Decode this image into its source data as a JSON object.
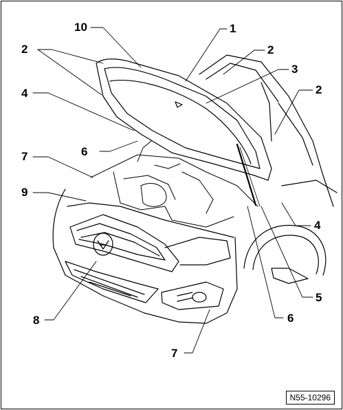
{
  "callouts": {
    "c1": "1",
    "c2a": "2",
    "c2b": "2",
    "c2c": "2",
    "c3": "3",
    "c4a": "4",
    "c4b": "4",
    "c5": "5",
    "c6a": "6",
    "c6b": "6",
    "c7a": "7",
    "c7b": "7",
    "c8": "8",
    "c9": "9",
    "c10": "10"
  },
  "figure_id": "N55-10296",
  "colors": {
    "line": "#000000",
    "background": "#ffffff"
  }
}
